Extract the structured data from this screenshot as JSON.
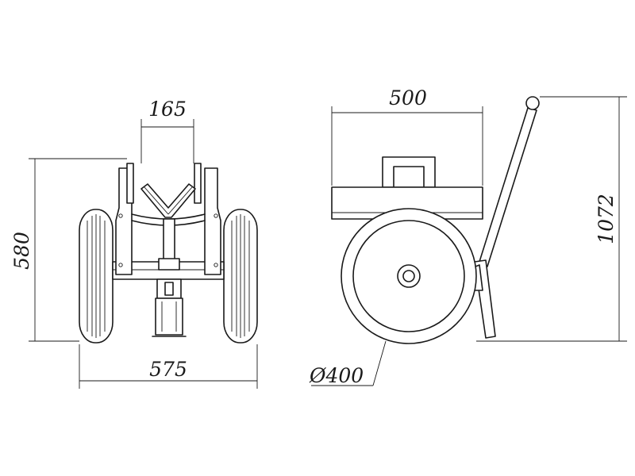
{
  "dimensions": {
    "top_gap": "165",
    "front_height": "580",
    "front_width": "575",
    "side_length": "500",
    "total_height": "1072",
    "wheel_diameter": "Ø400"
  },
  "colors": {
    "line": "#1a1a1a",
    "background": "#ffffff"
  }
}
